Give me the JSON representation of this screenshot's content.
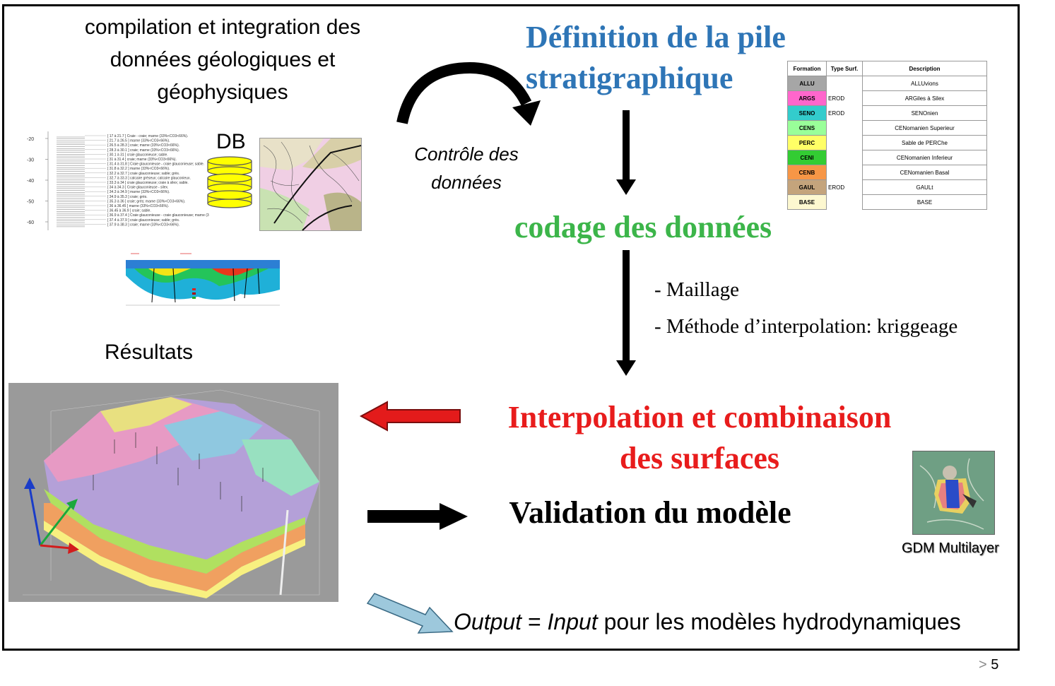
{
  "top_left": {
    "line1": "compilation et integration des",
    "line2": "données géologiques et",
    "line3": "géophysiques"
  },
  "db_label": "DB",
  "control": {
    "line1": "Contrôle des",
    "line2": "données"
  },
  "definition_title": {
    "line1": "Définition de la pile",
    "line2": "stratigraphique"
  },
  "coding_title": "codage des données",
  "bullets": [
    "- Maillage",
    "- Méthode d’interpolation: kriggeage"
  ],
  "interpolation_title": {
    "line1": "Interpolation et combinaison",
    "line2": "des surfaces"
  },
  "validation_title": "Validation du modèle",
  "results_label": "Résultats",
  "gdm_label": "GDM Multilayer",
  "output": {
    "italic1": "Output",
    "eq": " = ",
    "italic2": "Input",
    "rest": " pour les modèles hydrodynamiques"
  },
  "page": {
    "gt": ">",
    "num": "5"
  },
  "colors": {
    "blue_title": "#2e75b6",
    "green_title": "#3cb54a",
    "red_title": "#e81c1c",
    "red_arrow": "#e31b1b",
    "light_blue_arrow": "#9dc8dc"
  },
  "log_axis": [
    "-20",
    "-30",
    "-40",
    "-50",
    "-60"
  ],
  "log_entries": [
    "[ 17 à 21.7 ] Craie - craie; marne (33%<CO3<66%).",
    "[ 21.7 à 26.5 ] marne (33%<CO3<66%).",
    "[ 26.5 à 28.3 ] craie; marne (33%<CO3<66%).",
    "[ 28.3 à 30.1 ] craie; marne (33%<CO3<66%).",
    "[ 30.1 à 31 ] craie glauconieuse; sable.",
    "[ 31 à 31.4 ] craie; marne (33%<CO3<66%).",
    "[ 31.4 à 31.8 ] Craie glauconieuse - craie glauconieuse; sable.",
    "[ 31.8 à 32.2 ] marne (33%<CO3<66%).",
    "[ 32.2 à 32.7 ] craie glauconieuse; sable; grès.",
    "[ 32.7 à 33.3 ] calcaire gréseux; calcaire glauconieux.",
    "[ 33.3 à 34 ] craie glauconieuse; craie à silex; sable.",
    "[ 34 à 34.3 ] Craie glauconieuse - silex.",
    "[ 34.3 à 34.9 ] marne (33%<CO3<66%).",
    "[ 34.9 à 35.3 ] craie; grès.",
    "[ 35.3 à 36 ] craie; grès; marne (33%<CO3<66%).",
    "[ 36 à 36.45 ] marne (33%<CO3<66%).",
    "[ 36.45 à 36.9 ] craie; sable.",
    "[ 36.9 à 37.4 ] Craie glauconieuse - craie glauconieuse; marne (3",
    "[ 37.4 à 37.9 ] craie glauconieuse; sable; grès.",
    "[ 37.9 à 38.3 ] craie; marne (33%<CO3<66%)."
  ],
  "strat_table": {
    "headers": [
      "Formation",
      "Type Surf.",
      "Description"
    ],
    "rows": [
      {
        "code": "ALLU",
        "type": "",
        "desc": "ALLUvions",
        "color": "#a6a6a6"
      },
      {
        "code": "ARGS",
        "type": "EROD",
        "desc": "ARGiles à Silex",
        "color": "#ff66cc"
      },
      {
        "code": "SENO",
        "type": "EROD",
        "desc": "SENOnien",
        "color": "#33cccc"
      },
      {
        "code": "CENS",
        "type": "",
        "desc": "CENomanien Superieur",
        "color": "#99ff99"
      },
      {
        "code": "PERC",
        "type": "",
        "desc": "Sable de PERChe",
        "color": "#ffff66"
      },
      {
        "code": "CENI",
        "type": "",
        "desc": "CENomanien Inferieur",
        "color": "#33cc33"
      },
      {
        "code": "CENB",
        "type": "",
        "desc": "CENomanien Basal",
        "color": "#f79646"
      },
      {
        "code": "GAUL",
        "type": "EROD",
        "desc": "GAULt",
        "color": "#c4a47c"
      },
      {
        "code": "BASE",
        "type": "",
        "desc": "BASE",
        "color": "#fdf8d0"
      }
    ]
  }
}
